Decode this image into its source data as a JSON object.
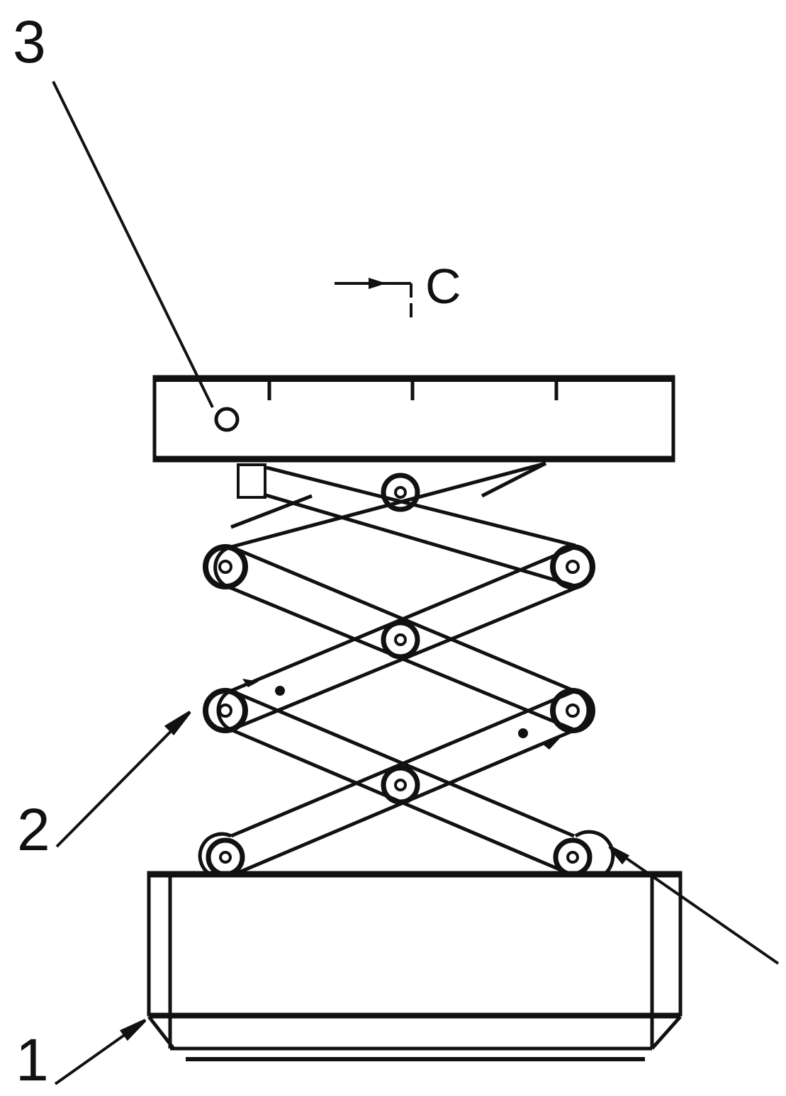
{
  "labels": {
    "part_1": "1",
    "part_2": "2",
    "part_3": "3",
    "section_marker": "C"
  },
  "colors": {
    "line": "#111111",
    "background": "#ffffff"
  }
}
